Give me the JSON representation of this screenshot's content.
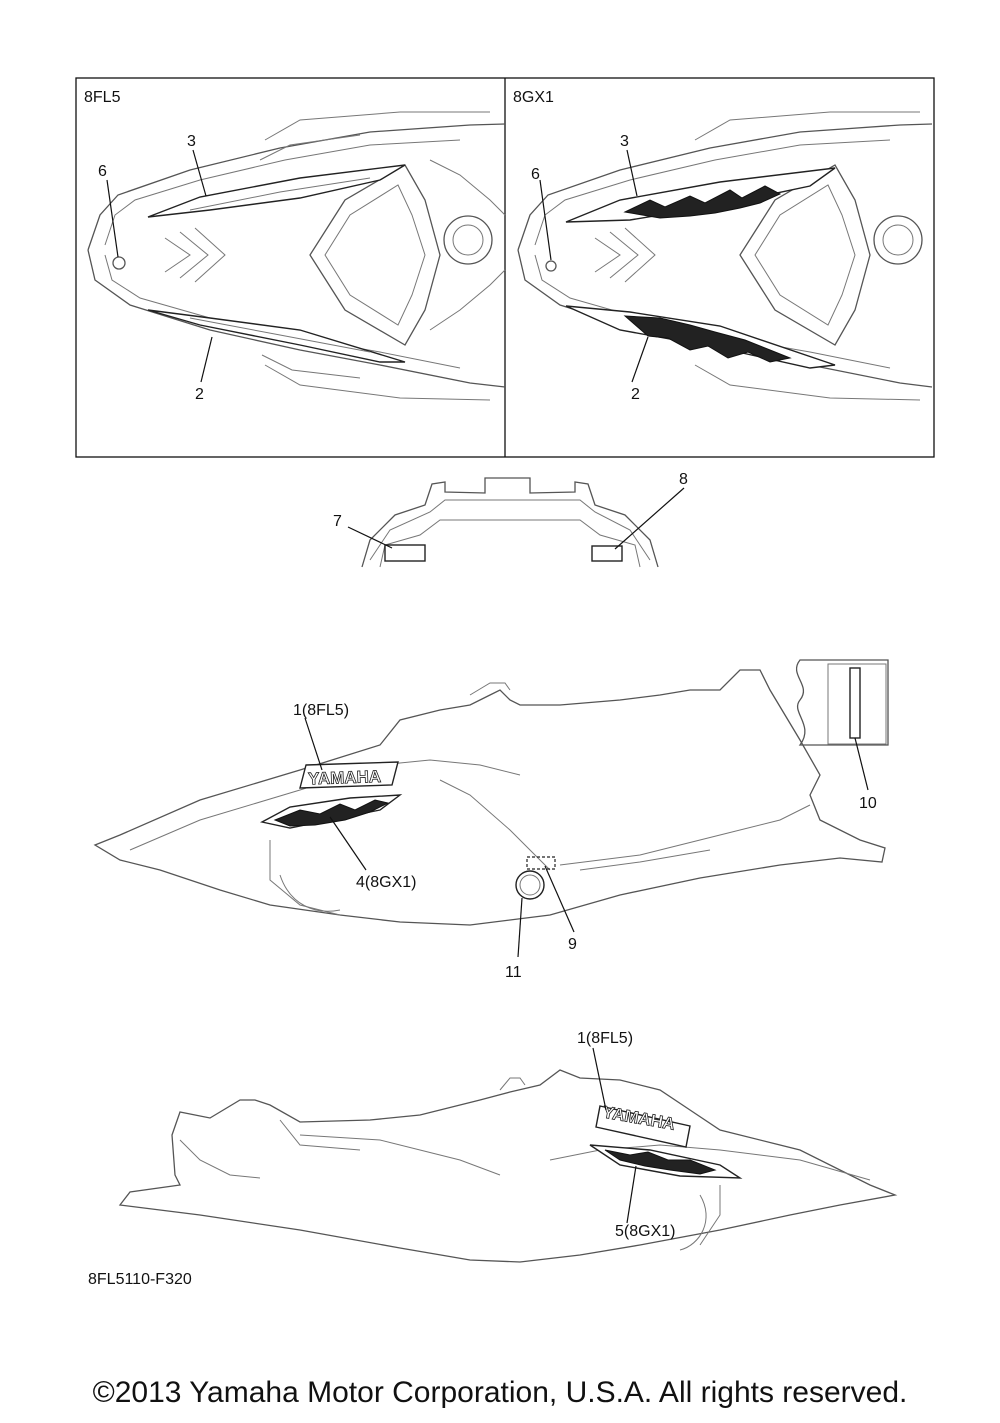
{
  "panels": {
    "left_title": "8FL5",
    "right_title": "8GX1"
  },
  "callouts": {
    "c1": "1(8FL5)",
    "c2": "2",
    "c3": "3",
    "c4": "4(8GX1)",
    "c5": "5(8GX1)",
    "c6": "6",
    "c7": "7",
    "c8": "8",
    "c9": "9",
    "c10": "10",
    "c11": "11"
  },
  "decal_text": "YAMAHA",
  "drawing_code": "8FL5110-F320",
  "copyright": "©2013 Yamaha Motor Corporation, U.S.A. All rights reserved."
}
